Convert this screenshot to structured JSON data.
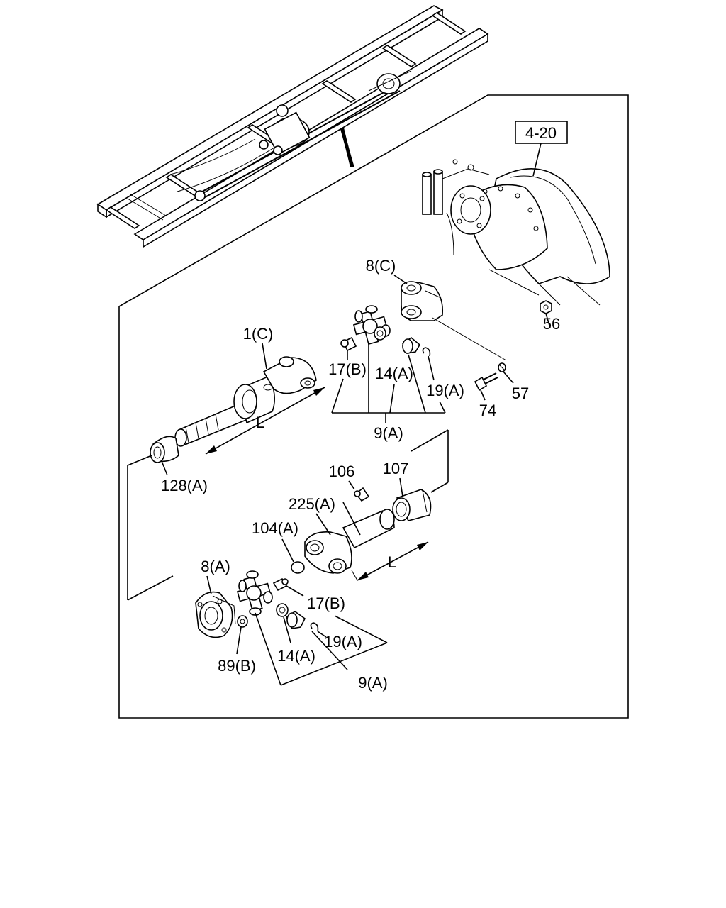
{
  "labels": {
    "ref_4_20": "4-20",
    "p8c": "8(C)",
    "p56": "56",
    "p1c": "1(C)",
    "p17b_top": "17(B)",
    "p14a_top": "14(A)",
    "p19a_top": "19(A)",
    "p57": "57",
    "p74": "74",
    "L_top": "L",
    "p9a_top": "9(A)",
    "p128a": "128(A)",
    "p106": "106",
    "p107": "107",
    "p225a": "225(A)",
    "p104a": "104(A)",
    "p8a": "8(A)",
    "L_bottom": "L",
    "p17b_bottom": "17(B)",
    "p19a_bottom": "19(A)",
    "p89b": "89(B)",
    "p14a_bottom": "14(A)",
    "p9a_bottom": "9(A)"
  }
}
